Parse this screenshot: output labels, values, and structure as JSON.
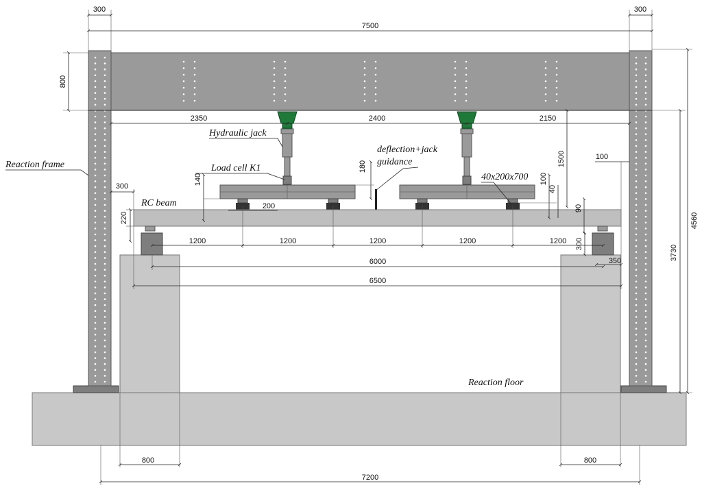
{
  "labels": {
    "reaction_frame": "Reaction frame",
    "hydraulic_jack": "Hydraulic jack",
    "load_cell": "Load cell K1",
    "deflection_line1": "deflection+jack",
    "deflection_line2": "guidance",
    "rc_beam": "RC beam",
    "plate": "40x200x700",
    "reaction_floor": "Reaction floor"
  },
  "dimensions": {
    "col_left_width": "300",
    "col_right_width": "300",
    "frame_span": "7500",
    "crossbeam_depth": "800",
    "seg_left": "2350",
    "seg_mid": "2400",
    "seg_right": "2150",
    "jack_clear": "1500",
    "height_total": "4560",
    "height_col": "3730",
    "offset_100": "100",
    "spreader_180": "180",
    "spreader_140": "140",
    "plate_100": "100",
    "plate_40": "40",
    "gap_90": "90",
    "overhang_300": "300",
    "beam_depth": "220",
    "support_pad": "200",
    "span_1": "1200",
    "span_2": "1200",
    "span_3": "1200",
    "span_4": "1200",
    "span_5": "1200",
    "support_300": "300",
    "support_350": "350",
    "clear_span": "6000",
    "beam_length": "6500",
    "pier_left": "800",
    "pier_right": "800",
    "base_length": "7200"
  },
  "colors": {
    "steel": "#9a9a9a",
    "concrete": "#c8c8c8",
    "jack": "#1f7a3a"
  }
}
